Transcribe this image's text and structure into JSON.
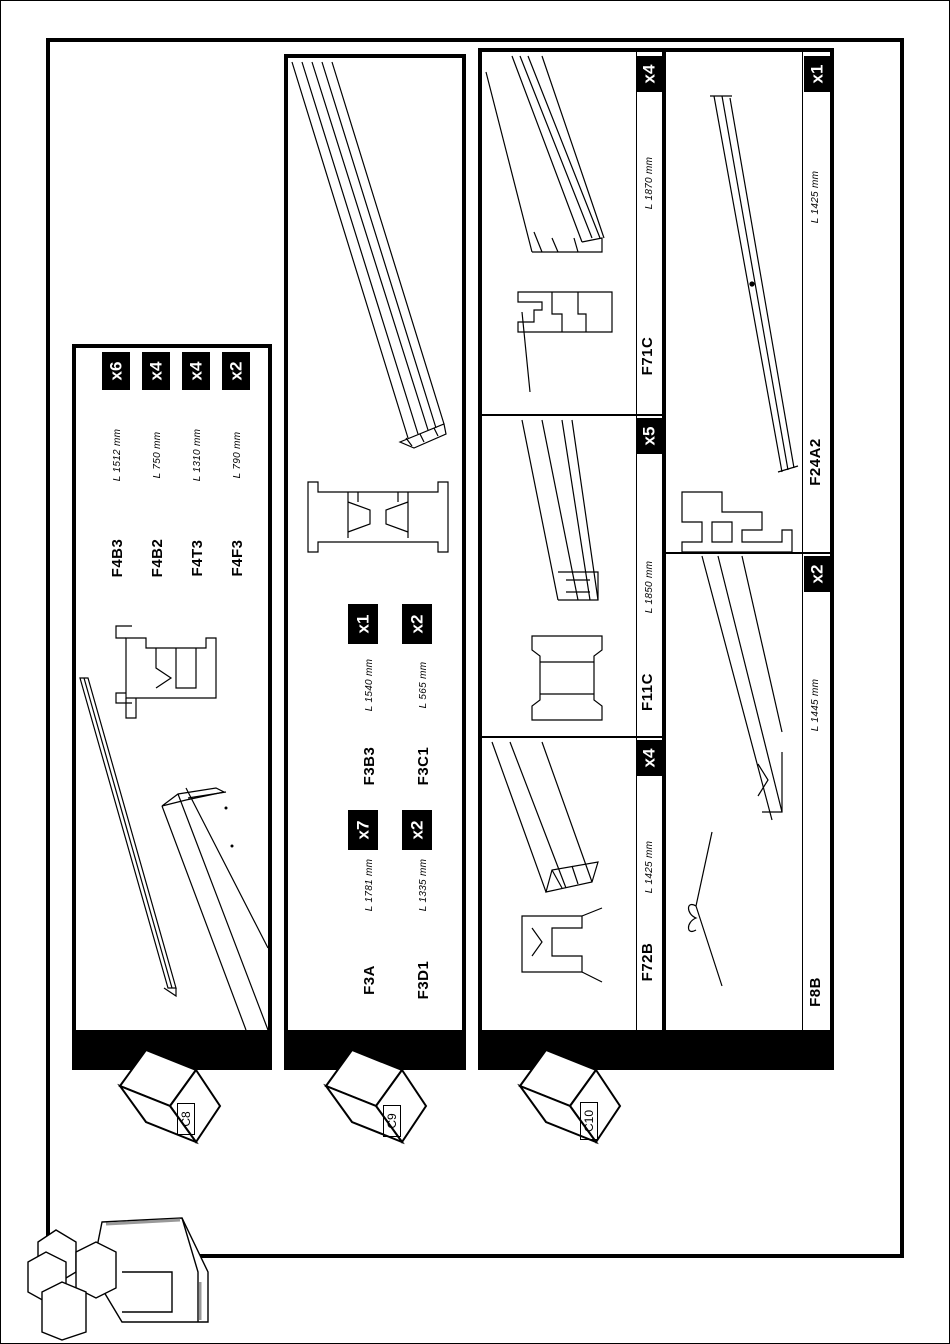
{
  "cartons": [
    {
      "label": "C8"
    },
    {
      "label": "C9"
    },
    {
      "label": "C10"
    }
  ],
  "c8": {
    "rows": [
      {
        "code": "F4B3",
        "length": "L 1512 mm",
        "qty": "x6"
      },
      {
        "code": "F4B2",
        "length": "L 750 mm",
        "qty": "x4"
      },
      {
        "code": "F4T3",
        "length": "L 1310 mm",
        "qty": "x4"
      },
      {
        "code": "F4F3",
        "length": "L 790 mm",
        "qty": "x2"
      }
    ]
  },
  "c9": {
    "rows": [
      {
        "code": "F3A",
        "length": "L 1781 mm",
        "qty": "x7"
      },
      {
        "code": "F3B3",
        "length": "L 1540 mm",
        "qty": "x1"
      },
      {
        "code": "F3D1",
        "length": "L 1335 mm",
        "qty": "x2"
      },
      {
        "code": "F3C1",
        "length": "L 565 mm",
        "qty": "x2"
      }
    ]
  },
  "c10": {
    "cells": [
      {
        "code": "F72B",
        "length": "L 1425 mm",
        "qty": "x4"
      },
      {
        "code": "F11C",
        "length": "L 1850 mm",
        "qty": "x5"
      },
      {
        "code": "F71C",
        "length": "L 1870 mm",
        "qty": "x4"
      },
      {
        "code": "F8B",
        "length": "L 1445 mm",
        "qty": "x2"
      },
      {
        "code": "F24A2",
        "length": "L 1425 mm",
        "qty": "x1"
      }
    ]
  },
  "colors": {
    "ink": "#000000",
    "paper": "#ffffff"
  }
}
